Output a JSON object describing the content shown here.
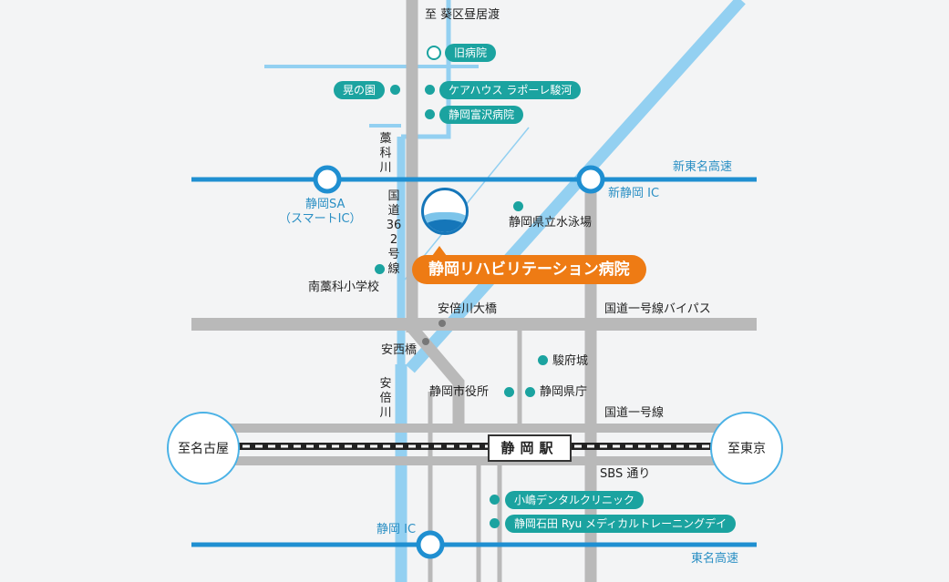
{
  "colors": {
    "road": "#b9b9b9",
    "expressway": "#1f8fd1",
    "river": "#93d0f1",
    "facility": "#1ba3a0",
    "hospital": "#ee7b14"
  },
  "hospital": {
    "name": "静岡リハビリテーション病院",
    "logo_icon": "wave-circle-logo"
  },
  "station": {
    "name": "静岡駅"
  },
  "destinations": {
    "north": "至 葵区昼居渡",
    "west": "至名古屋",
    "east": "至東京"
  },
  "expressways": {
    "shin_tomei": "新東名高速",
    "tomei": "東名高速",
    "shizuoka_sa": "静岡SA",
    "smart_ic": "（スマートIC）",
    "shin_shizuoka_ic": "新静岡 IC",
    "shizuoka_ic": "静岡 IC"
  },
  "roads": {
    "route362": [
      "国",
      "道",
      "362",
      "号",
      "線"
    ],
    "bypass": "国道一号線バイパス",
    "route1": "国道一号線",
    "sbs": "SBS 通り"
  },
  "rivers": {
    "warashina": [
      "藁",
      "科",
      "川"
    ],
    "abe": [
      "安",
      "倍",
      "川"
    ]
  },
  "bridges": {
    "abekawa_ohashi": "安倍川大橋",
    "anzai": "安西橋"
  },
  "places": {
    "old_hospital": "旧病院",
    "akira_no_sono": "晃の園",
    "care_house": "ケアハウス ラポーレ駿河",
    "tomizawa": "静岡富沢病院",
    "pool": "静岡県立水泳場",
    "school": "南藁科小学校",
    "castle": "駿府城",
    "city_hall": "静岡市役所",
    "pref_office": "静岡県庁",
    "dental": "小嶋デンタルクリニック",
    "ryu": "静岡石田 Ryu メディカルトレーニングデイ"
  }
}
